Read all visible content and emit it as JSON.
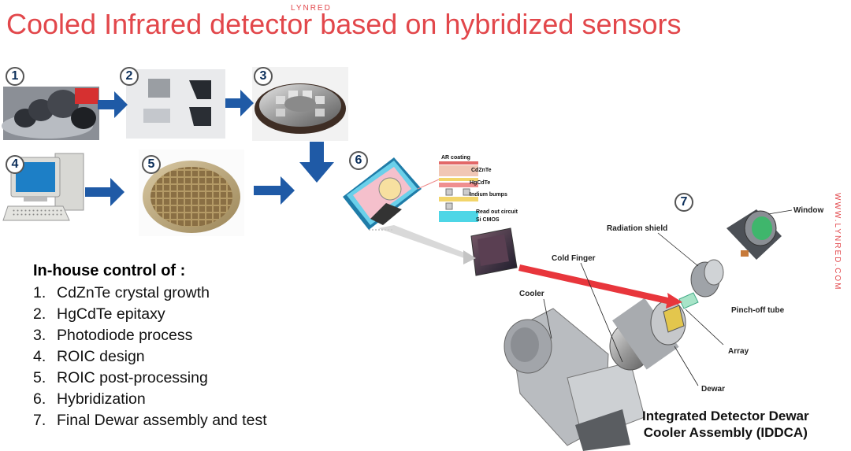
{
  "header": {
    "logo": "LYNRED",
    "title": "Cooled Infrared detector based on hybridized sensors",
    "side_logo": "WWW.LYNRED.COM"
  },
  "steps": {
    "s1": "1",
    "s2": "2",
    "s3": "3",
    "s4": "4",
    "s5": "5",
    "s6": "6",
    "s7": "7"
  },
  "control": {
    "title": "In-house control of :",
    "items": [
      {
        "num": "1.",
        "text": "CdZnTe crystal growth"
      },
      {
        "num": "2.",
        "text": "HgCdTe epitaxy"
      },
      {
        "num": "3.",
        "text": "Photodiode process"
      },
      {
        "num": "4.",
        "text": "ROIC design"
      },
      {
        "num": "5.",
        "text": "ROIC post-processing"
      },
      {
        "num": "6.",
        "text": "Hybridization"
      },
      {
        "num": "7.",
        "text": "Final Dewar assembly and test"
      }
    ]
  },
  "stack": {
    "ar": "AR coating",
    "cdznte": "CdZnTe",
    "hgcdte": "HgCdTe",
    "bumps": "Indium bumps",
    "roic1": "Read out circuit",
    "roic2": "Si CMOS"
  },
  "dewar": {
    "window": "Window",
    "shield": "Radiation shield",
    "finger": "Cold Finger",
    "cooler": "Cooler",
    "pinch": "Pinch-off tube",
    "array": "Array",
    "dewar": "Dewar",
    "caption_line1": "Integrated Detector Dewar",
    "caption_line2": "Cooler Assembly (IDDCA)"
  },
  "colors": {
    "title": "#e2474b",
    "arrow_blue": "#1f5aa6",
    "red_arrow": "#e8363c",
    "badge_text": "#0b2e5a"
  }
}
